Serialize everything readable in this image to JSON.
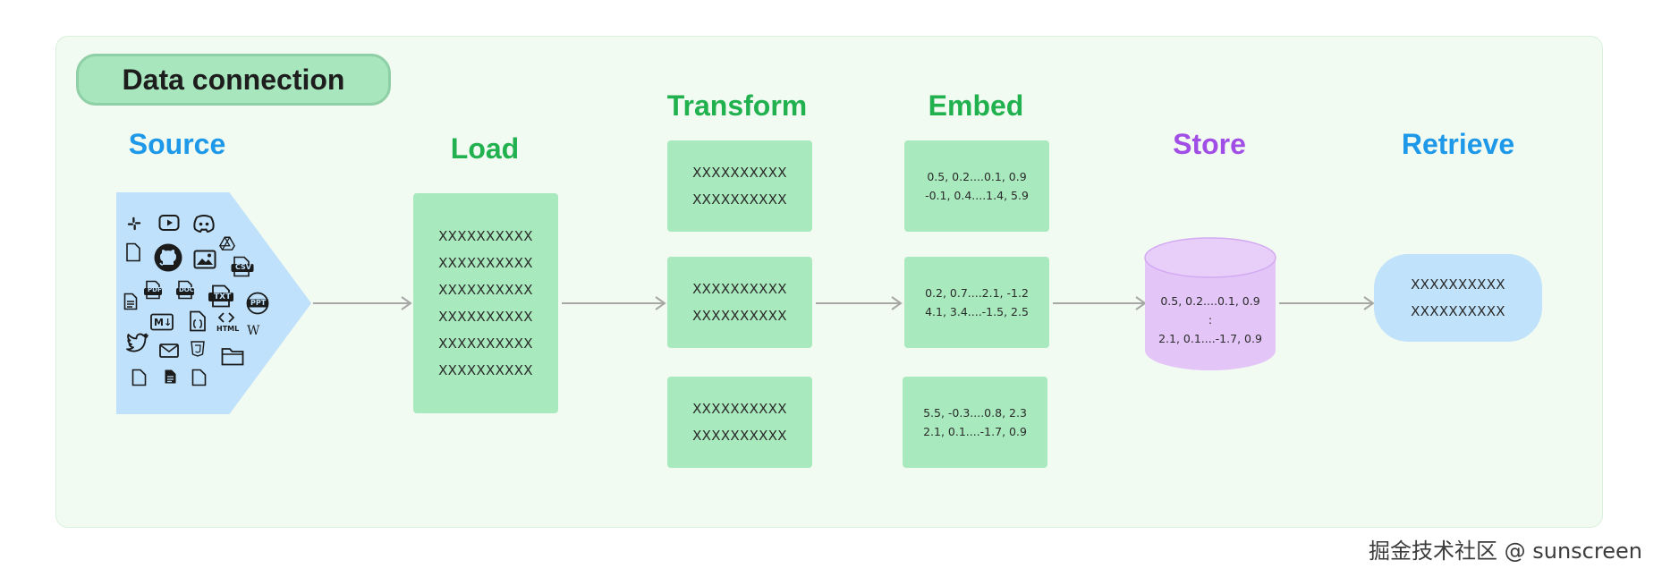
{
  "title": "Data connection",
  "stages": {
    "source": "Source",
    "load": "Load",
    "transform": "Transform",
    "embed": "Embed",
    "store": "Store",
    "retrieve": "Retrieve"
  },
  "load_lines": [
    "XXXXXXXXXX",
    "XXXXXXXXXX",
    "XXXXXXXXXX",
    "XXXXXXXXXX",
    "XXXXXXXXXX",
    "XXXXXXXXXX"
  ],
  "transform_boxes": [
    [
      "XXXXXXXXXX",
      "XXXXXXXXXX"
    ],
    [
      "XXXXXXXXXX",
      "XXXXXXXXXX"
    ],
    [
      "XXXXXXXXXX",
      "XXXXXXXXXX"
    ]
  ],
  "embed_boxes": [
    [
      "0.5, 0.2....0.1, 0.9",
      "-0.1, 0.4....1.4, 5.9"
    ],
    [
      "0.2, 0.7....2.1, -1.2",
      "4.1, 3.4....-1.5, 2.5"
    ],
    [
      "5.5, -0.3....0.8, 2.3",
      "2.1, 0.1....-1.7, 0.9"
    ]
  ],
  "store_lines": [
    "0.5, 0.2....0.1, 0.9",
    ":",
    "2.1, 0.1....-1.7, 0.9"
  ],
  "retrieve_lines": [
    "XXXXXXXXXX",
    "XXXXXXXXXX"
  ],
  "source_icon_labels": {
    "pdf": "PDF",
    "doc": "DOC",
    "txt": "TXT",
    "ppt": "PPT",
    "csv": "CSV",
    "md": "M↓",
    "html": "HTML",
    "wiki": "W"
  },
  "watermark": "掘金技术社区 @ sunscreen",
  "colors": {
    "panel_bg": "#f2fbf1",
    "green_box": "#a8e9bd",
    "green_heading": "#21b14f",
    "blue_heading": "#1e98e8",
    "purple_heading": "#a04ee6",
    "source_shape": "#bfe1fb",
    "store_cylinder": "#e3c6f7",
    "retrieve_box": "#c0e2fa",
    "arrow": "#a7a7a7"
  }
}
